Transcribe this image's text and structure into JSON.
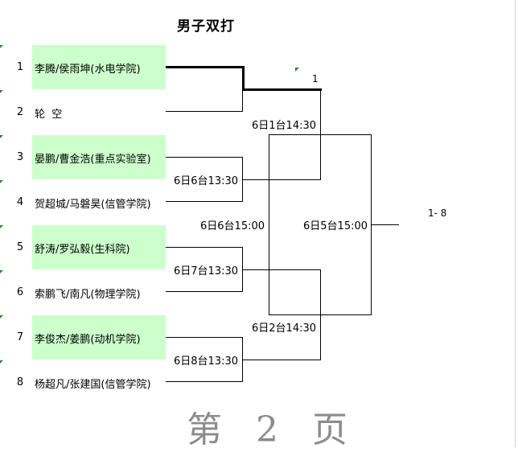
{
  "title": "男子双打",
  "players": [
    {
      "seed": "1",
      "name": "李腾/侯雨坤(水电学院)"
    },
    {
      "seed": "2",
      "name": "轮  空"
    },
    {
      "seed": "3",
      "name": "晏鹏/曹金浩(重点实验室)"
    },
    {
      "seed": "4",
      "name": "贺超城/马磐昊(信管学院)"
    },
    {
      "seed": "5",
      "name": "舒涛/罗弘毅(生科院)"
    },
    {
      "seed": "6",
      "name": "索鹏飞/南凡(物理学院)"
    },
    {
      "seed": "7",
      "name": "李俊杰/姜鹏(动机学院)"
    },
    {
      "seed": "8",
      "name": "杨超凡/张建国(信管学院)"
    }
  ],
  "round1": [
    {
      "winner_label": "1"
    },
    {
      "schedule": "6日6台13:30"
    },
    {
      "schedule": "6日7台13:30"
    },
    {
      "schedule": "6日8台13:30"
    }
  ],
  "round2": [
    {
      "schedule": "6日1台14:30"
    },
    {
      "schedule": "6日2台14:30"
    }
  ],
  "semis": {
    "left_schedule": "6日6台15:00",
    "right_schedule": "6日5台15:00"
  },
  "final_result": "1- 8",
  "page_footer": "第 2 页",
  "colors": {
    "highlight_box": "#ccffcc",
    "marker": "#2a8a2a",
    "footer": "#8c8c8c"
  }
}
